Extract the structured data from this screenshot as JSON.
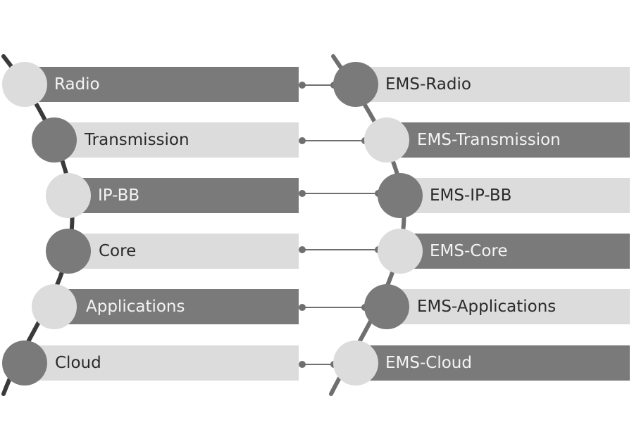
{
  "left_column": [
    {
      "label": "Radio",
      "bar": "dark",
      "node": "light"
    },
    {
      "label": "Transmission",
      "bar": "light",
      "node": "dark"
    },
    {
      "label": "IP-BB",
      "bar": "dark",
      "node": "light"
    },
    {
      "label": "Core",
      "bar": "light",
      "node": "dark"
    },
    {
      "label": "Applications",
      "bar": "dark",
      "node": "light"
    },
    {
      "label": "Cloud",
      "bar": "light",
      "node": "dark"
    }
  ],
  "right_column": [
    {
      "label": "EMS-Radio",
      "bar": "light",
      "node": "dark"
    },
    {
      "label": "EMS-Transmission",
      "bar": "dark",
      "node": "light"
    },
    {
      "label": "EMS-IP-BB",
      "bar": "light",
      "node": "dark"
    },
    {
      "label": "EMS-Core",
      "bar": "dark",
      "node": "light"
    },
    {
      "label": "EMS-Applications",
      "bar": "light",
      "node": "dark"
    },
    {
      "label": "EMS-Cloud",
      "bar": "dark",
      "node": "light"
    }
  ],
  "colors": {
    "dark": "#7a7a7a",
    "light": "#dcdcdc",
    "spine": "#3a3a3a",
    "connector": "#6f6f6f"
  }
}
